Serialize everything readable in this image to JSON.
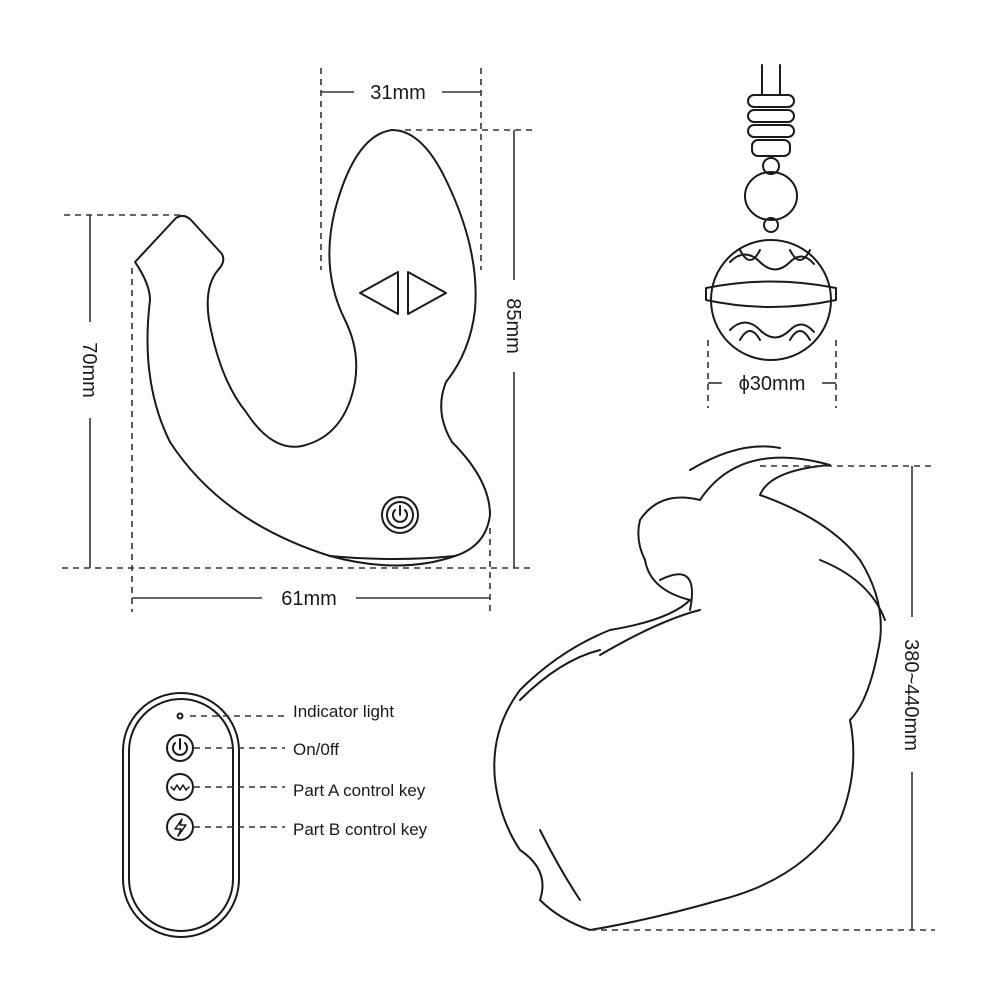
{
  "dimensions": {
    "width_top": "31mm",
    "height_right": "85mm",
    "height_left": "70mm",
    "width_bottom": "61mm",
    "bell_diameter": "ϕ30mm",
    "tail_length": "380~440mm"
  },
  "remote": {
    "labels": [
      "Indicator light",
      "On/0ff",
      "Part A control key",
      "Part B control key"
    ]
  }
}
